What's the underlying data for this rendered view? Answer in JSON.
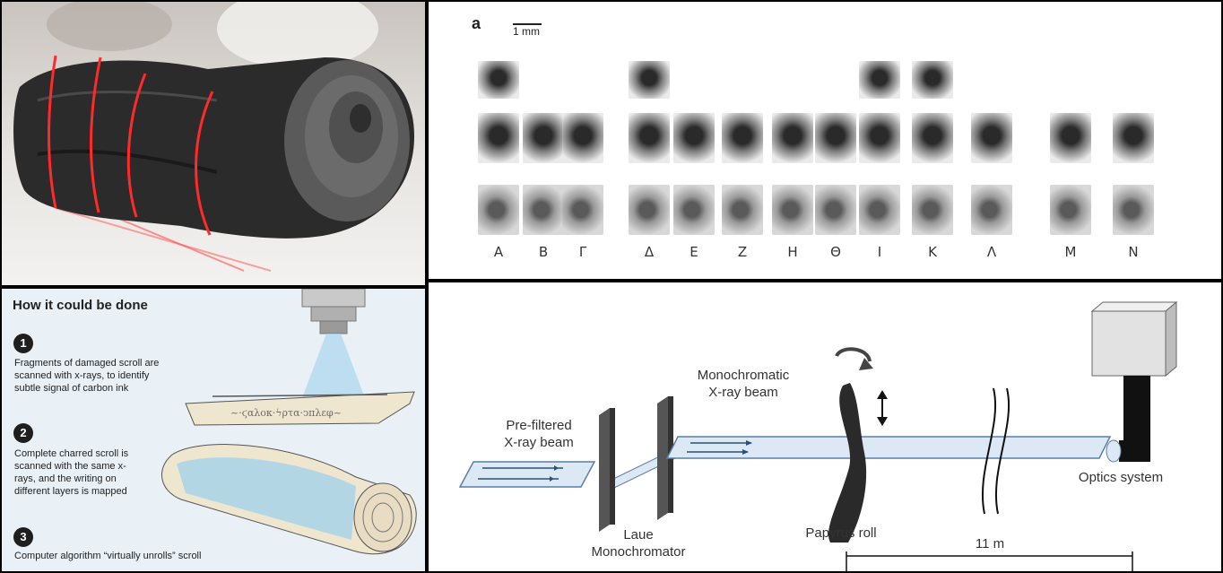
{
  "letters_panel": {
    "panel_letter": "a",
    "scale_label": "1 mm",
    "letters": [
      "A",
      "B",
      "Γ",
      "Δ",
      "E",
      "Z",
      "H",
      "Θ",
      "I",
      "K",
      "Λ",
      "M",
      "N"
    ]
  },
  "howto": {
    "title": "How it could be done",
    "steps": [
      {
        "num": "1",
        "text": "Fragments of damaged scroll are scanned with x-rays, to identify subtle signal of carbon ink"
      },
      {
        "num": "2",
        "text": "Complete charred scroll is scanned with the same x-rays, and the writing on different layers is mapped"
      },
      {
        "num": "3",
        "text": "Computer algorithm “virtually unrolls” scroll"
      }
    ]
  },
  "setup": {
    "pre_filtered": [
      "Pre-filtered",
      "X-ray beam"
    ],
    "monochromatic": [
      "Monochromatic",
      "X-ray beam"
    ],
    "laue": [
      "Laue",
      "Monochromator"
    ],
    "papyrus": "Papyrus roll",
    "distance": "11 m",
    "optics": "Optics system"
  },
  "colors": {
    "laser": "#ff2a2a",
    "beam": "#dce9f4",
    "beam_edge": "#5a7fa6"
  }
}
